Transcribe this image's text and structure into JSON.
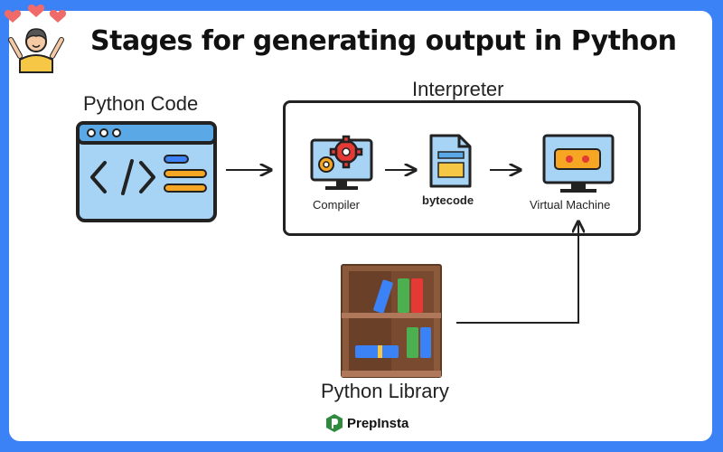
{
  "title": "Stages for generating output in Python",
  "nodes": {
    "python_code": "Python Code",
    "interpreter": "Interpreter",
    "compiler": "Compiler",
    "bytecode": "bytecode",
    "virtual_machine": "Virtual Machine",
    "python_library": "Python Library"
  },
  "brand": "PrepInsta",
  "colors": {
    "background": "#3b82f6",
    "panel": "#ffffff",
    "icon_blue": "#a7d3f5",
    "icon_outline": "#222222",
    "shelf_wood": "#8a5a3b",
    "brand_green": "#2e8b3d"
  },
  "icons": [
    "celebrating-person-icon",
    "code-window-icon",
    "compiler-monitor-gears-icon",
    "bytecode-file-icon",
    "virtual-machine-monitor-icon",
    "bookshelf-icon",
    "prepinsta-logo-icon"
  ]
}
